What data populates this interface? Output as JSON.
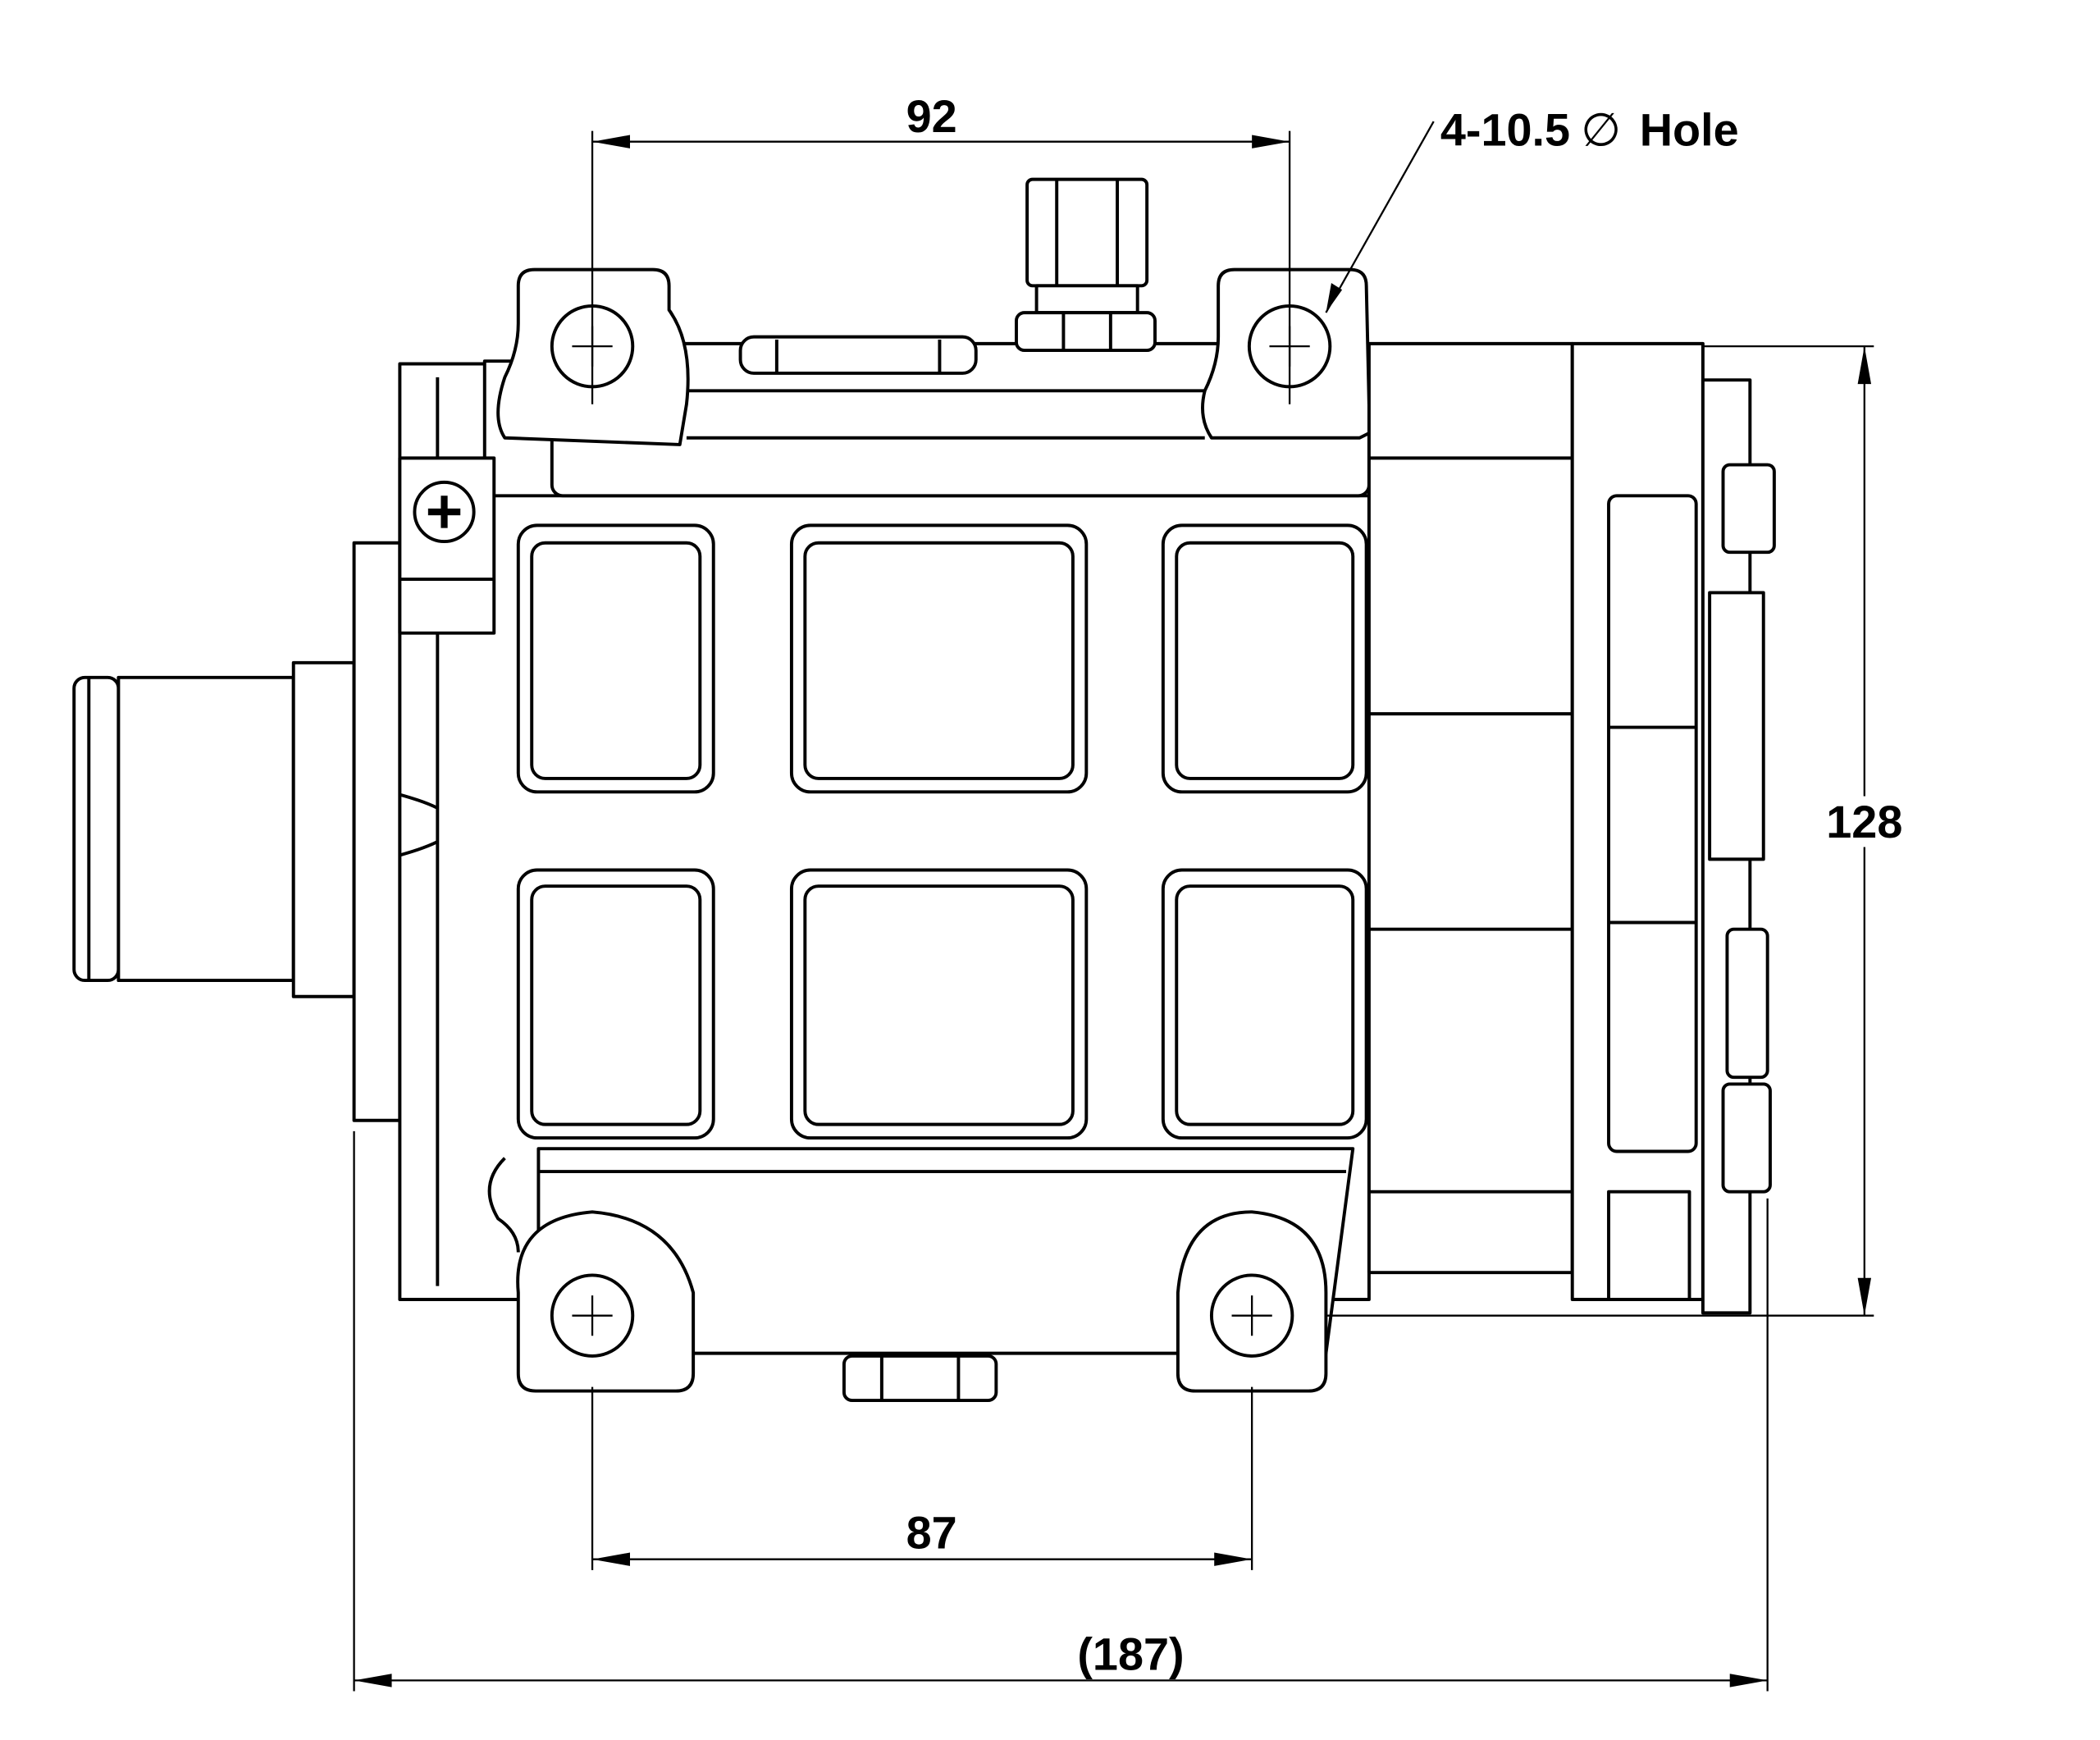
{
  "drawing": {
    "title": "Compressor outline dimensions",
    "dimensions": {
      "top_hole_spacing": "92",
      "bottom_hole_spacing": "87",
      "height": "128",
      "overall_length": "(187)"
    },
    "hole_callout": {
      "count_size": "4-10.5",
      "symbol": "∅",
      "label": "Hole"
    },
    "line_color": "#000000",
    "background": "#ffffff"
  }
}
